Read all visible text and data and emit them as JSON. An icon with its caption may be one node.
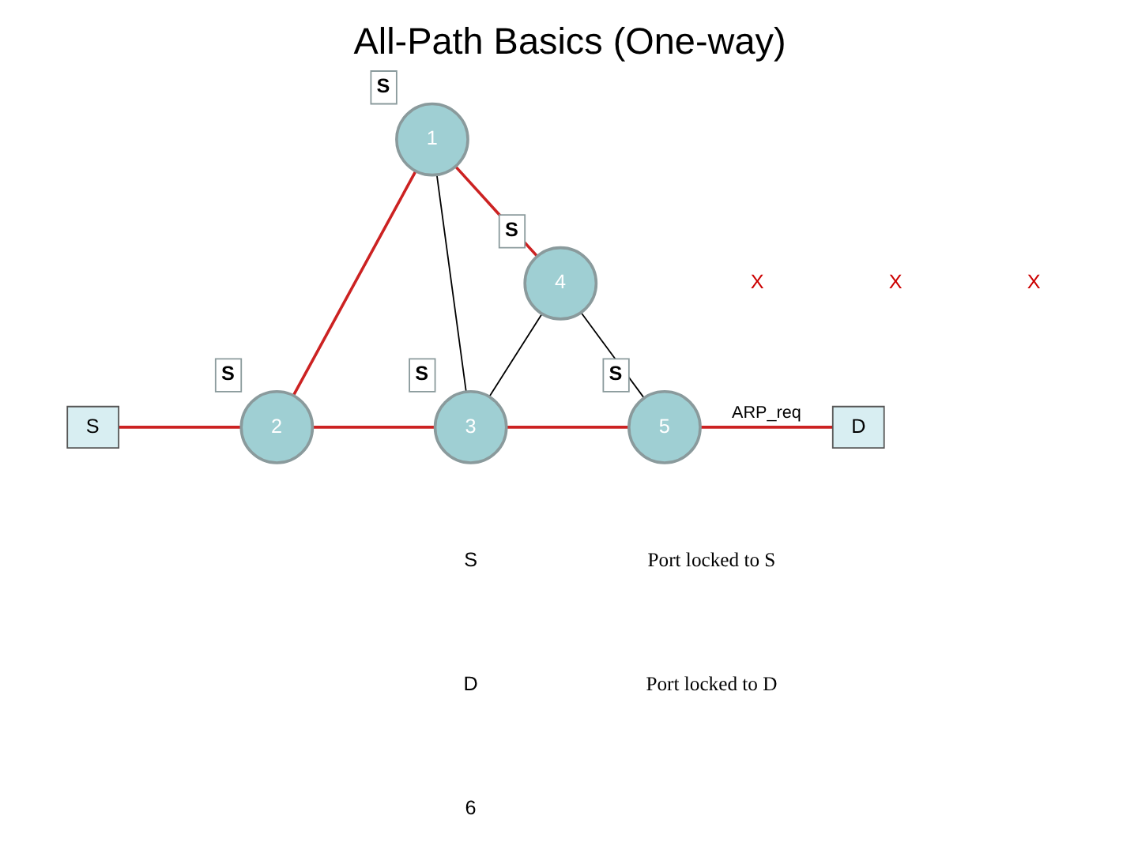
{
  "diagram": {
    "title": "All-Path Basics (One-way)",
    "nodes": [
      {
        "text": [
          "1"
        ],
        "beside": [
          "S"
        ]
      },
      {
        "text": [
          "S"
        ]
      },
      {
        "text": [
          "2"
        ],
        "beside": [
          "S"
        ]
      },
      {
        "text": [
          "3"
        ],
        "beside": [
          "S"
        ]
      },
      {
        "text": [
          "4"
        ],
        "beside": [
          "S"
        ]
      },
      {
        "text": [
          "5"
        ],
        "beside": [
          "S"
        ]
      },
      {
        "text": [
          "D"
        ]
      }
    ],
    "edges": [
      {
        "from": 1,
        "to": 2,
        "arrow": "none"
      },
      {
        "from": 2,
        "to": 0,
        "arrow": "none"
      },
      {
        "from": 0,
        "to": 3,
        "arrow": "none",
        "color": "#000000"
      },
      {
        "from": 0,
        "to": 4,
        "arrow": "none"
      },
      {
        "from": 4,
        "to": 3,
        "arrow": "none",
        "color": "#000000"
      },
      {
        "from": 4,
        "to": 5,
        "arrow": "none",
        "color": "#000000"
      },
      {
        "from": 2,
        "to": 3,
        "arrow": "none"
      },
      {
        "from": 3,
        "to": 5,
        "arrow": "none"
      },
      {
        "from": 5,
        "to": 6,
        "label": "ARP_req",
        "arrow": "none"
      }
    ],
    "labels": [
      "X",
      "X",
      "X",
      "S",
      "D",
      "6"
    ],
    "legend": [
      {
        "text": "Port locked to S"
      },
      {
        "text": "Port locked to D"
      }
    ]
  }
}
